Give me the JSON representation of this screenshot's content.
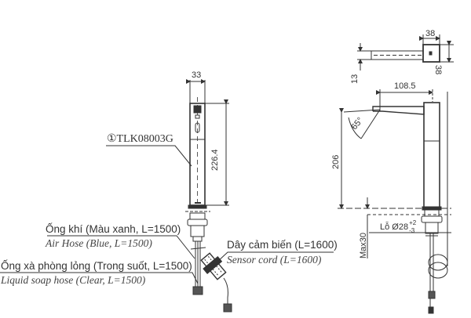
{
  "part_label": "①TLK08003G",
  "front_view": {
    "width_dim": "33",
    "height_dim": "226.4"
  },
  "top_view": {
    "width_dim": "38",
    "depth_dim": "38",
    "offset_dim": "13"
  },
  "side_view": {
    "reach_dim": "108.5",
    "angle_dim": "65°",
    "height_dim": "206",
    "hole_label": "Lỗ Ø28",
    "hole_tol_upper": "+2",
    "hole_tol_lower": "-3",
    "max_thickness": "Max30"
  },
  "callouts": {
    "air_hose_vi": "Ống khí (Màu xanh, L=1500)",
    "air_hose_en": "Air Hose (Blue, L=1500)",
    "soap_hose_vi": "Ống xà phòng lỏng (Trong suốt, L=1500)",
    "soap_hose_en": "Liquid soap hose (Clear, L=1500)",
    "sensor_cord_vi": "Dây cảm biến (L=1600)",
    "sensor_cord_en": "Sensor cord (L=1600)"
  },
  "colors": {
    "line": "#333333",
    "background": "#ffffff"
  }
}
